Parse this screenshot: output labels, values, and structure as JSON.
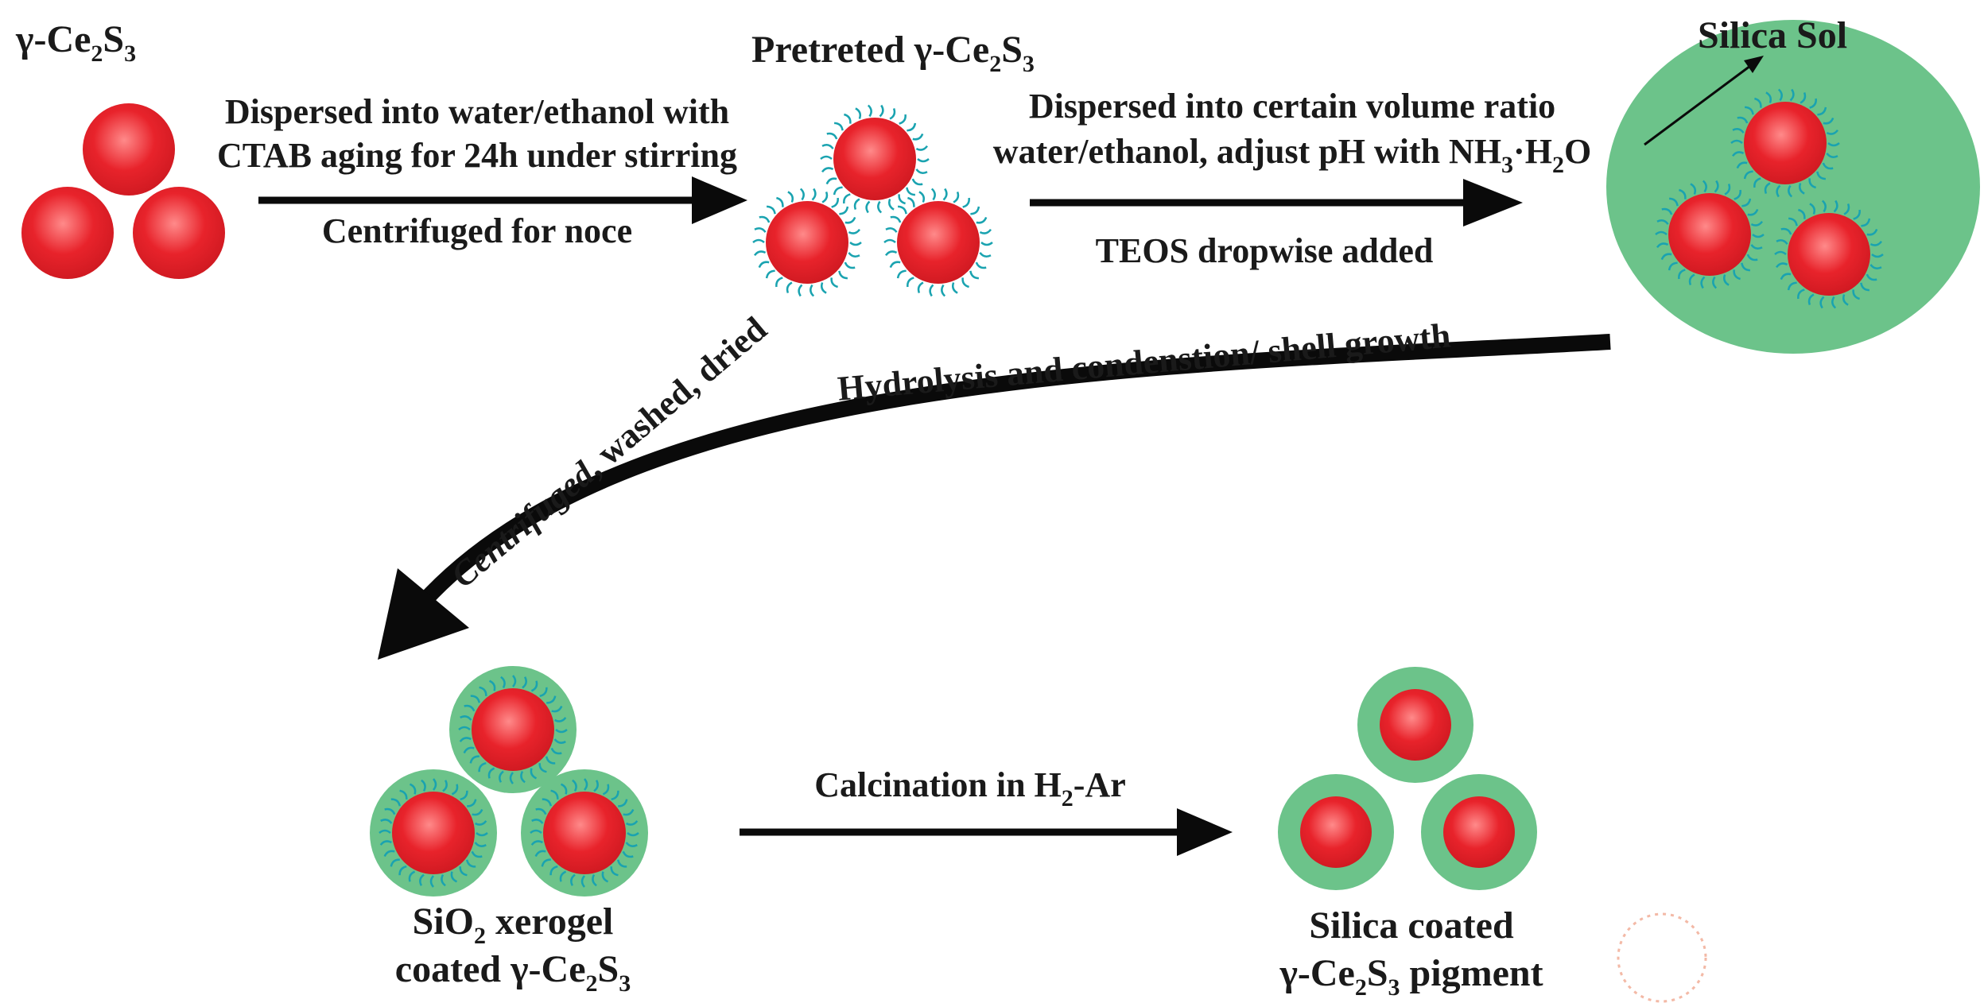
{
  "colors": {
    "core": "#e8232b",
    "core_highlight": "#ff8a8a",
    "shell": "#6cc38a",
    "sol": "#6cc38a",
    "ctab": "#1aa3b0",
    "arrow": "#0a0a0a",
    "faint_circle": "#f3b9a6"
  },
  "stages": {
    "raw": {
      "label_parts": [
        "γ-Ce",
        "2",
        "S",
        "3"
      ]
    },
    "pretreated": {
      "label_parts": [
        "Pretreted γ-Ce",
        "2",
        "S",
        "3"
      ]
    },
    "sol": {
      "label": "Silica Sol"
    },
    "xerogel": {
      "line1_parts": [
        "SiO",
        "2",
        " xerogel"
      ],
      "line2_parts": [
        "coated γ-Ce",
        "2",
        "S",
        "3"
      ]
    },
    "final": {
      "line1": "Silica coated",
      "line2_parts": [
        "γ-Ce",
        "2",
        "S",
        "3",
        " pigment"
      ]
    }
  },
  "steps": {
    "s1": {
      "line1": "Dispersed into water/ethanol with",
      "line2": "CTAB aging for 24h under stirring",
      "line3": "Centrifuged for noce"
    },
    "s2": {
      "line1": "Dispersed into certain volume ratio",
      "line2_parts": [
        "water/ethanol,  adjust pH with NH",
        "3",
        "·H",
        "2",
        "O"
      ],
      "line3": "TEOS dropwise added"
    },
    "s3": {
      "upper": "Hydrolysis and condenstion/ shell growth",
      "lower_italic": "Centrifuged",
      "lower_rest": ", washed, dried"
    },
    "s4": {
      "label_parts": [
        "Calcination in H",
        "2",
        "-Ar"
      ]
    }
  }
}
